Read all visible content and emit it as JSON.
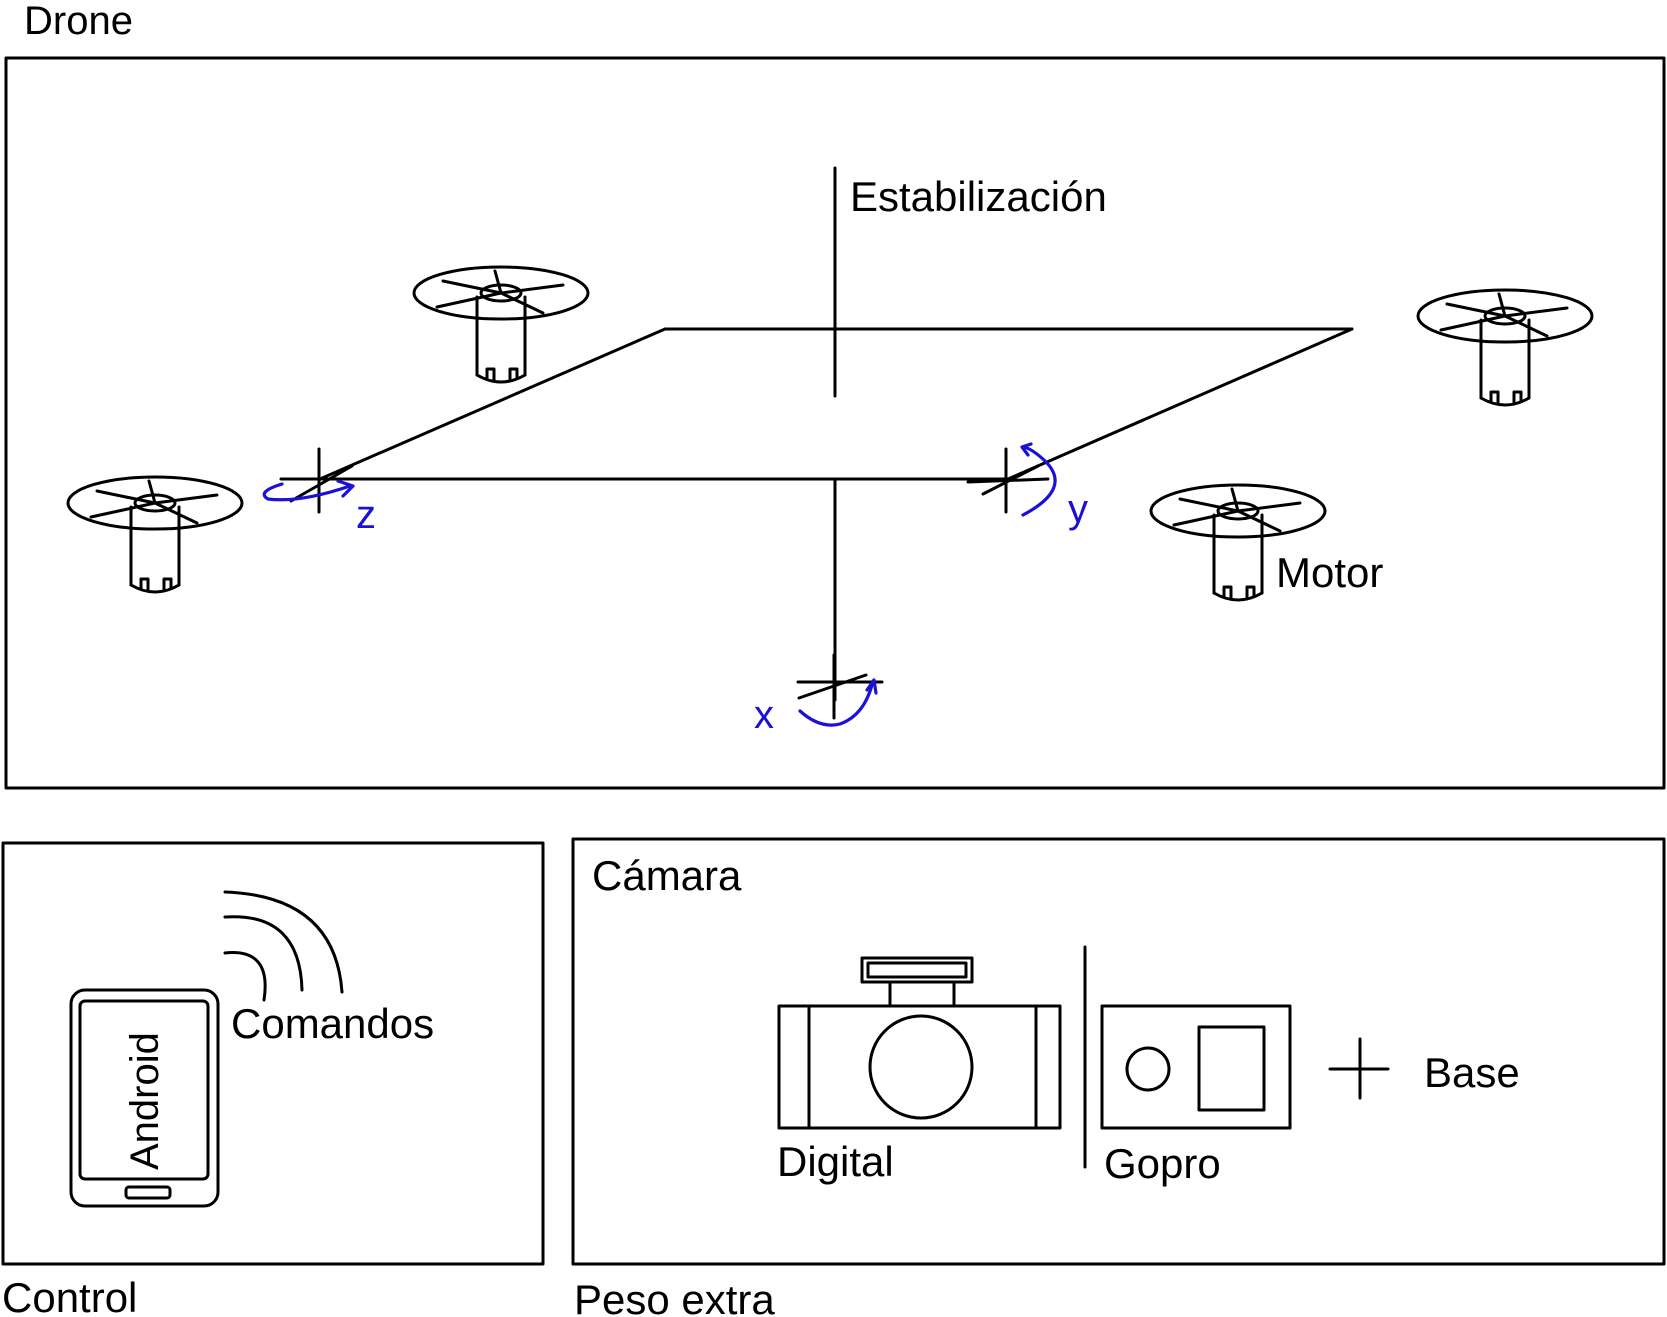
{
  "drone": {
    "title": "Drone",
    "stabilization_label": "Estabilización",
    "motor_label": "Motor",
    "axes": {
      "z": "z",
      "y": "y",
      "x": "x"
    }
  },
  "control": {
    "title": "Control",
    "device_label": "Android",
    "commands_label": "Comandos"
  },
  "extra": {
    "title": "Peso extra",
    "camera_title": "Cámara",
    "digital_label": "Digital",
    "gopro_label": "Gopro",
    "base_label": "Base"
  },
  "colors": {
    "line": "#000000",
    "axis_arrow": "#1a10d6"
  }
}
